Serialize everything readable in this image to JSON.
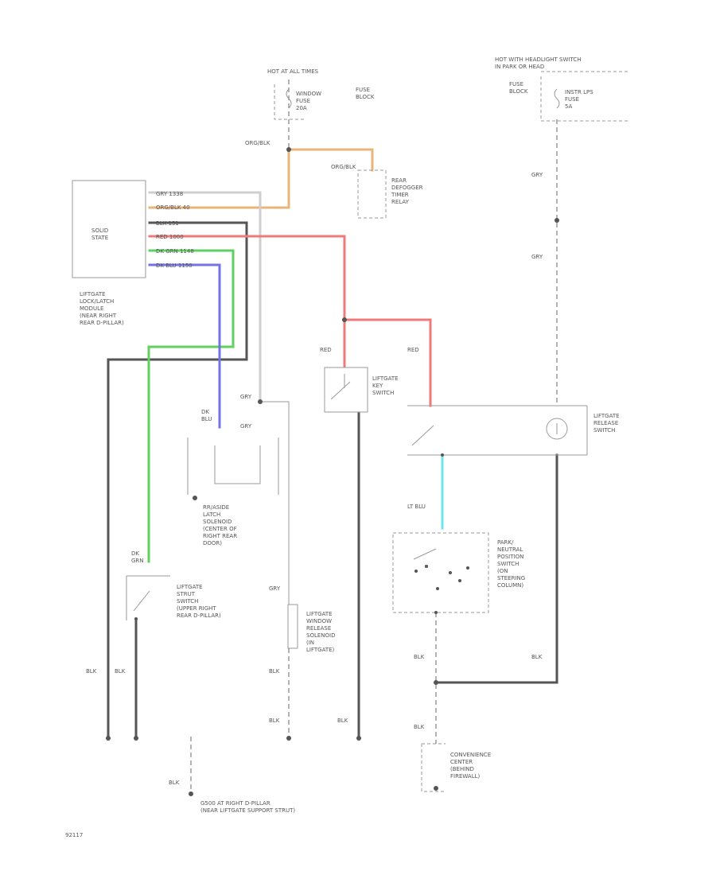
{
  "colors": {
    "org_blk": "#e8b478",
    "gry": "#cfcfcf",
    "blk": "#555555",
    "red": "#f07a7a",
    "green": "#5fd15f",
    "blue": "#7373e6",
    "lt_blu": "#6ee5ee"
  },
  "labels": {
    "hot_all_times": "HOT AT ALL TIMES",
    "fuse_block_left": "FUSE\nBLOCK",
    "fuse_left": "WINDOW\nFUSE\n20A",
    "hot_headlight": "HOT WITH HEADLIGHT SWITCH\nIN PARK OR HEAD",
    "fuse_block_right": "FUSE\nBLOCK",
    "fuse_right": "INSTR LPS\nFUSE\n5A",
    "org_blk_top": "ORG/BLK",
    "org_blk_relay": "ORG/BLK",
    "relay": "REAR\nDEFOGGER\nTIMER\nRELAY",
    "solid_state": "SOLID\nSTATE",
    "module": "LIFTGATE\nLOCK/LATCH\nMODULE\n(NEAR RIGHT\nREAR D-PILLAR)",
    "pin_gry": "GRY  1338",
    "pin_org": "ORG/BLK  40",
    "pin_blk": "BLK  151",
    "pin_red": "RED  1000",
    "pin_grn": "DK GRN  1148",
    "pin_blu": "DK BLU  1150",
    "gry_right_1": "GRY",
    "gry_right_2": "GRY",
    "red_1": "RED",
    "red_2": "RED",
    "key_switch": "LIFTGATE\nKEY\nSWITCH",
    "release_switch": "LIFTGATE\nRELEASE\nSWITCH",
    "gry_mid": "GRY",
    "gry_mid2": "GRY",
    "dk_blu": "DK\nBLU",
    "latch_solenoid": "RR/ASIDE\nLATCH\nSOLENOID\n(CENTER OF\nRIGHT REAR\nDOOR)",
    "lt_blu": "LT BLU",
    "park_switch": "PARK/\nNEUTRAL\nPOSITION\nSWITCH\n(ON\nSTEERING\nCOLUMN)",
    "dk_grn": "DK\nGRN",
    "strut_switch": "LIFTGATE\nSTRUT\nSWITCH\n(UPPER RIGHT\nREAR D-PILLAR)",
    "gry_window": "GRY",
    "window_solenoid": "LIFTGATE\nWINDOW\nRELEASE\nSOLENOID\n(IN\nLIFTGATE)",
    "blk_1": "BLK",
    "blk_2": "BLK",
    "blk_3": "BLK",
    "blk_4": "BLK",
    "blk_5": "BLK",
    "blk_6": "BLK",
    "blk_7": "BLK",
    "convenience": "CONVENIENCE\nCENTER\n(BEHIND\nFIREWALL)",
    "g_label": "G500 AT RIGHT D-PILLAR\n(NEAR LIFTGATE SUPPORT STRUT)",
    "fig": "92117"
  }
}
